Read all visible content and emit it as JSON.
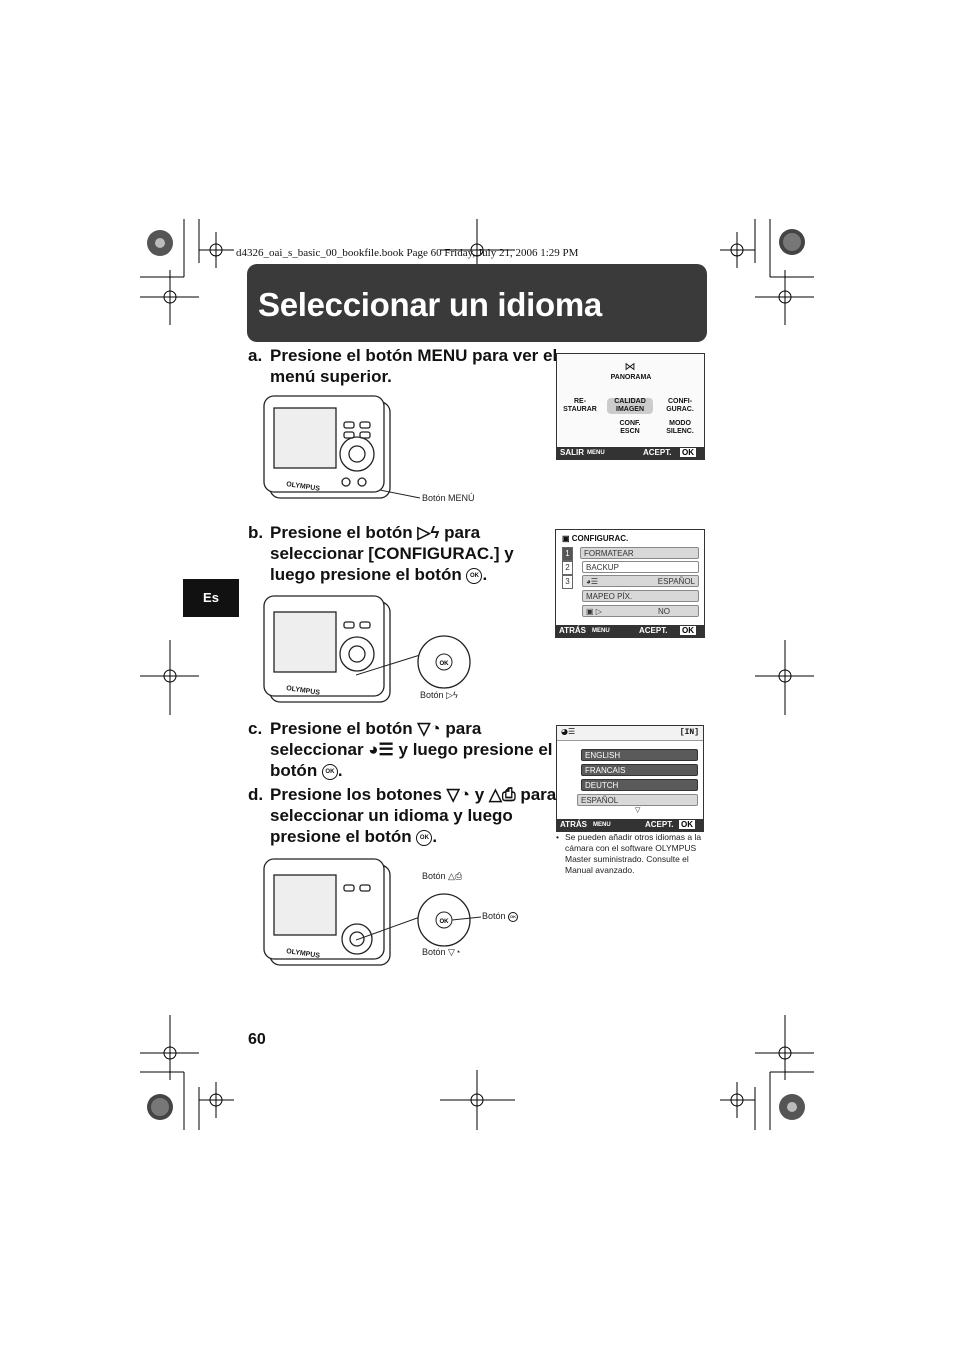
{
  "file_header": "d4326_oai_s_basic_00_bookfile.book  Page 60  Friday, July 21, 2006  1:29 PM",
  "title": "Seleccionar un idioma",
  "side_tab": "Es",
  "page_number": "60",
  "steps": {
    "a": {
      "letter": "a.",
      "text": "Presione el botón MENU para ver el menú superior."
    },
    "b": {
      "letter": "b.",
      "text_before": "Presione el botón ",
      "text_after": " para seleccionar [CONFIGURAC.] y luego presione el botón ",
      "end": "."
    },
    "c": {
      "letter": "c.",
      "text_before": "Presione el botón ",
      "text_mid": " para seleccionar ",
      "text_after": " y luego presione el botón ",
      "end": "."
    },
    "d": {
      "letter": "d.",
      "text_before": "Presione los botones ",
      "text_y": " y ",
      "text_after": " para seleccionar un idioma y luego presione el botón ",
      "end": "."
    }
  },
  "labels": {
    "boton_menu": "Botón MENÚ",
    "boton_right": "Botón",
    "boton_up": "Botón",
    "boton_ok": "Botón",
    "boton_down": "Botón",
    "camera_brand": "OLYMPUS",
    "ok_glyph": "OK"
  },
  "screen1": {
    "items": [
      "PANORAMA",
      "RE-\nSTAURAR",
      "CALIDAD\nIMAGEN",
      "CONFI-\nGURAC.",
      "CONF.\nESCN",
      "MODO\nSILENC."
    ],
    "bar_left": "SALIR",
    "bar_right": "ACEPT.",
    "ok": "OK",
    "menu": "MENU"
  },
  "screen2": {
    "header": "CONFIGURAC.",
    "tabs": [
      "1",
      "2",
      "3"
    ],
    "items": [
      {
        "label": "FORMATEAR",
        "value": ""
      },
      {
        "label": "BACKUP",
        "value": ""
      },
      {
        "label": "",
        "value": "ESPAÑOL"
      },
      {
        "label": "MAPEO PÍX.",
        "value": ""
      },
      {
        "label": "",
        "value": "NO"
      }
    ],
    "bar_left": "ATRÁS",
    "bar_right": "ACEPT.",
    "ok": "OK",
    "menu": "MENU"
  },
  "screen3": {
    "header_right": "[IN]",
    "languages": [
      "ENGLISH",
      "FRANCAIS",
      "DEUTCH",
      "ESPAÑOL"
    ],
    "bar_left": "ATRÁS",
    "bar_right": "ACEPT.",
    "ok": "OK",
    "menu": "MENU"
  },
  "note": "Se pueden añadir otros idiomas a la cámara con el software OLYMPUS Master suministrado. Consulte el Manual avanzado.",
  "colors": {
    "title_bg": "#3a3a3a",
    "tab_bg": "#111111",
    "screen_bar": "#333333"
  }
}
